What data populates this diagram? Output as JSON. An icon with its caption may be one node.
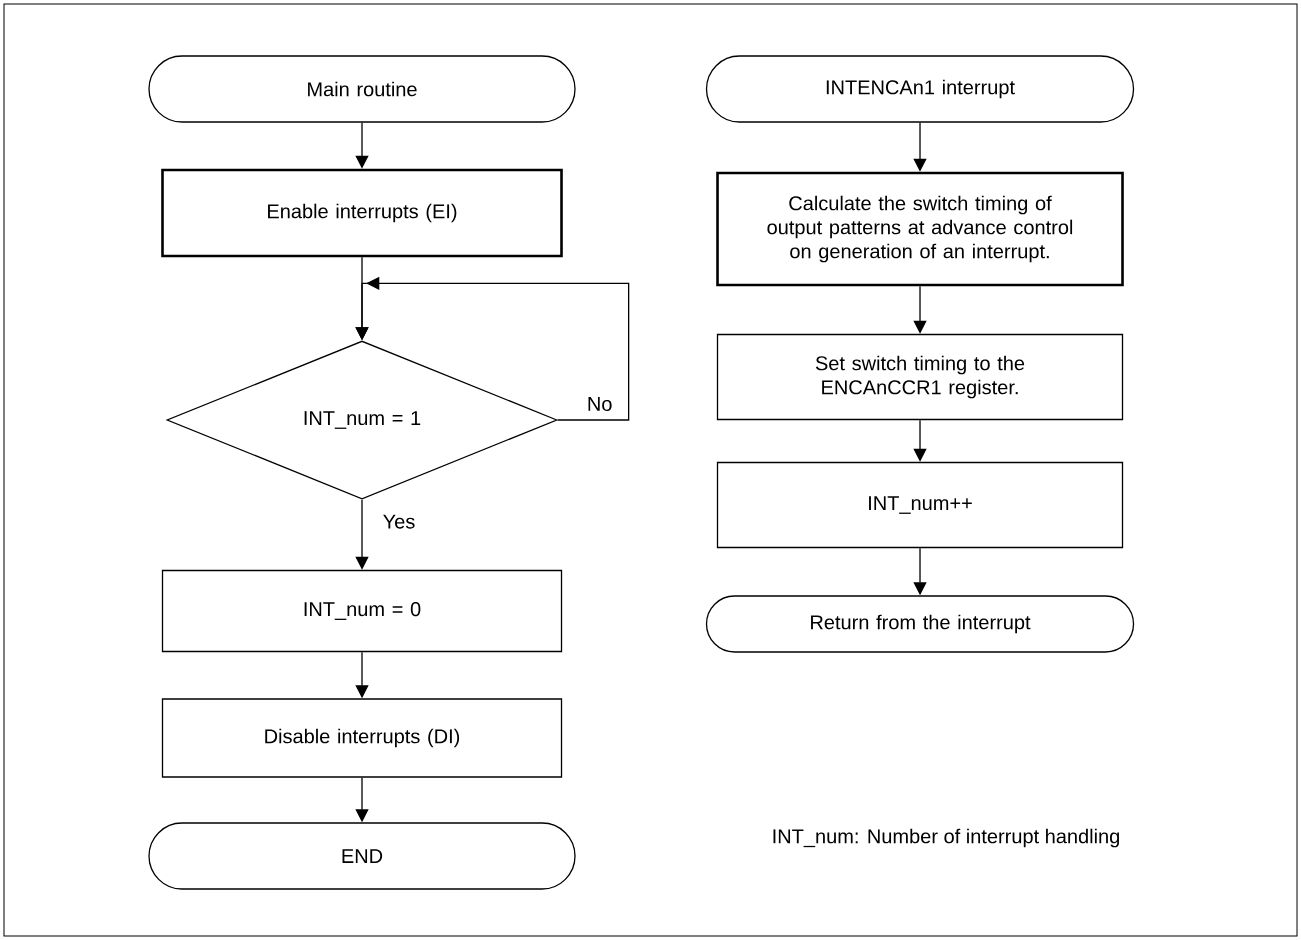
{
  "diagram": {
    "nodes": [
      {
        "text": [
          "Main routine"
        ]
      },
      {
        "text": [
          "Enable interrupts (EI)"
        ]
      },
      {
        "text": [
          "INT_num = 1"
        ]
      },
      {
        "text": [
          "INT_num = 0"
        ]
      },
      {
        "text": [
          "Disable interrupts (DI)"
        ]
      },
      {
        "text": [
          "END"
        ]
      },
      {
        "text": [
          "INTENCAn1 interrupt"
        ]
      },
      {
        "text": [
          "Calculate the switch timing of output patterns at advance control on generation of an interrupt."
        ]
      },
      {
        "text": [
          "Set switch timing to the ENCAnCCR1 register."
        ]
      },
      {
        "text": [
          "INT_num++"
        ]
      },
      {
        "text": [
          "Return from the interrupt"
        ]
      }
    ],
    "edges": [
      {
        "from": 0,
        "to": 1,
        "arrow": "to"
      },
      {
        "from": 1,
        "to": 2,
        "arrow": "to"
      },
      {
        "from": 2,
        "to": 2,
        "arrow": "to",
        "label": "No"
      },
      {
        "from": 2,
        "to": 3,
        "arrow": "to",
        "label": "Yes"
      },
      {
        "from": 3,
        "to": 4,
        "arrow": "to"
      },
      {
        "from": 4,
        "to": 5,
        "arrow": "to"
      },
      {
        "from": 6,
        "to": 7,
        "arrow": "to"
      },
      {
        "from": 7,
        "to": 8,
        "arrow": "to"
      },
      {
        "from": 8,
        "to": 9,
        "arrow": "to"
      },
      {
        "from": 9,
        "to": 10,
        "arrow": "to"
      }
    ],
    "labels": [
      "INT_num: Number of interrupt handling"
    ]
  }
}
